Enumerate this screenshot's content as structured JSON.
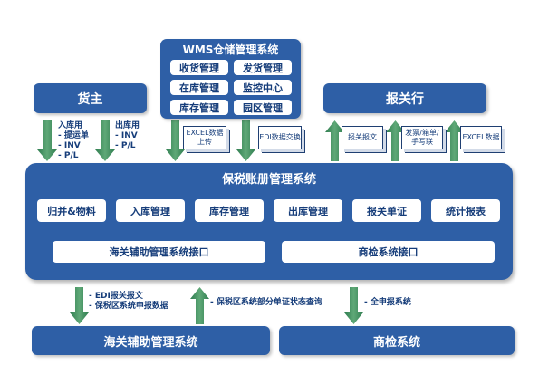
{
  "wms": {
    "title": "WMS仓储管理系统",
    "cells": [
      "收货管理",
      "发货管理",
      "在库管理",
      "监控中心",
      "库存管理",
      "园区管理"
    ]
  },
  "owner": {
    "title": "货主"
  },
  "broker": {
    "title": "报关行"
  },
  "owner_flows": {
    "inbound": [
      "入库用",
      "- 提运单",
      "- INV",
      "- P/L"
    ],
    "outbound": [
      "出库用",
      "- INV",
      "- P/L"
    ]
  },
  "wms_docs": [
    {
      "text": "EXCEL数据上传"
    },
    {
      "text": "EDI数据交换"
    }
  ],
  "broker_docs": [
    {
      "text": "报关报文"
    },
    {
      "text": "发票/箱单/手写联"
    },
    {
      "text": "EXCEL数据"
    }
  ],
  "main": {
    "title": "保税账册管理系统",
    "modules": [
      "归并&物料",
      "入库管理",
      "库存管理",
      "出库管理",
      "报关单证",
      "统计报表"
    ],
    "interfaces": [
      "海关辅助管理系统接口",
      "商检系统接口"
    ]
  },
  "bottom_flows": {
    "customs_down": [
      "- EDI报关报文",
      "- 保税区系统申报数据"
    ],
    "customs_up": [
      "- 保税区系统部分单证状态查询"
    ],
    "inspection_down": [
      "- 全申报系统"
    ]
  },
  "bottom": {
    "customs": "海关辅助管理系统",
    "inspection": "商检系统"
  },
  "colors": {
    "blue": "#2e5fa6",
    "arrow_green": "#2e7d52",
    "text_dark": "#163d7a"
  }
}
